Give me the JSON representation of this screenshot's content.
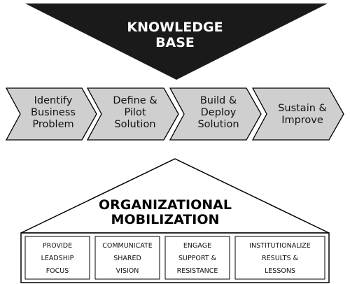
{
  "knowledge_base": {
    "line1": "KNOWLEDGE",
    "line2": "BASE"
  },
  "process_steps": [
    {
      "lines": [
        "Identify",
        "Business",
        "Problem"
      ]
    },
    {
      "lines": [
        "Define &",
        "Pilot",
        "Solution"
      ]
    },
    {
      "lines": [
        "Build &",
        "Deploy",
        "Solution"
      ]
    },
    {
      "lines": [
        "Sustain &",
        "Improve"
      ]
    }
  ],
  "organizational_mobilization": {
    "line1": "ORGANIZATIONAL",
    "line2": "MOBILIZATION"
  },
  "pillars": [
    {
      "lines": [
        "PROVIDE",
        "LEADSHIP",
        "FOCUS"
      ]
    },
    {
      "lines": [
        "COMMUNICATE",
        "SHARED",
        "VISION"
      ]
    },
    {
      "lines": [
        "ENGAGE",
        "SUPPORT &",
        "RESISTANCE"
      ]
    },
    {
      "lines": [
        "INSTITUTIONALIZE",
        "RESULTS &",
        "LESSONS"
      ]
    }
  ],
  "colors": {
    "knowledge_base_fill": "#1a1a1a",
    "chevron_fill": "#cfcfcf",
    "stroke": "#000000"
  }
}
